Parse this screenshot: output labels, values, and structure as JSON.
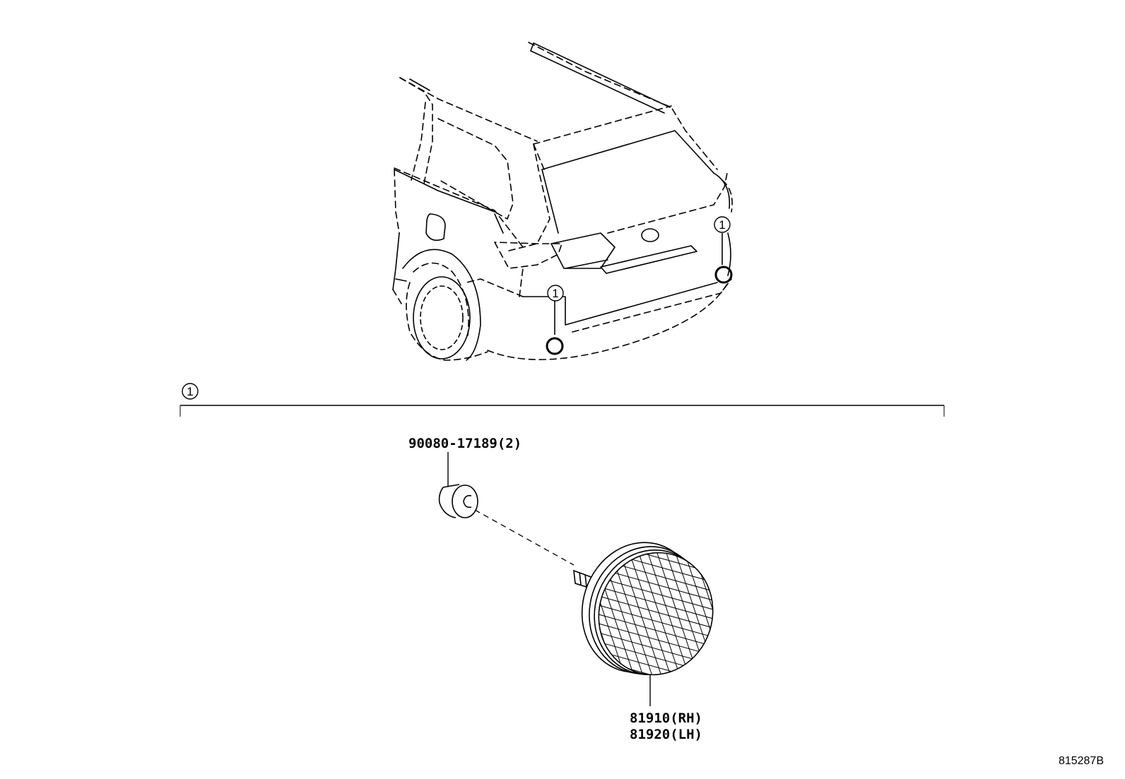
{
  "callout": {
    "number": "1"
  },
  "parts": {
    "bolt": {
      "part_number": "90080-17189(2)"
    },
    "reflector_rh": {
      "part_number": "81910(RH)"
    },
    "reflector_lh": {
      "part_number": "81920(LH)"
    }
  },
  "diagram_id": "815287B"
}
